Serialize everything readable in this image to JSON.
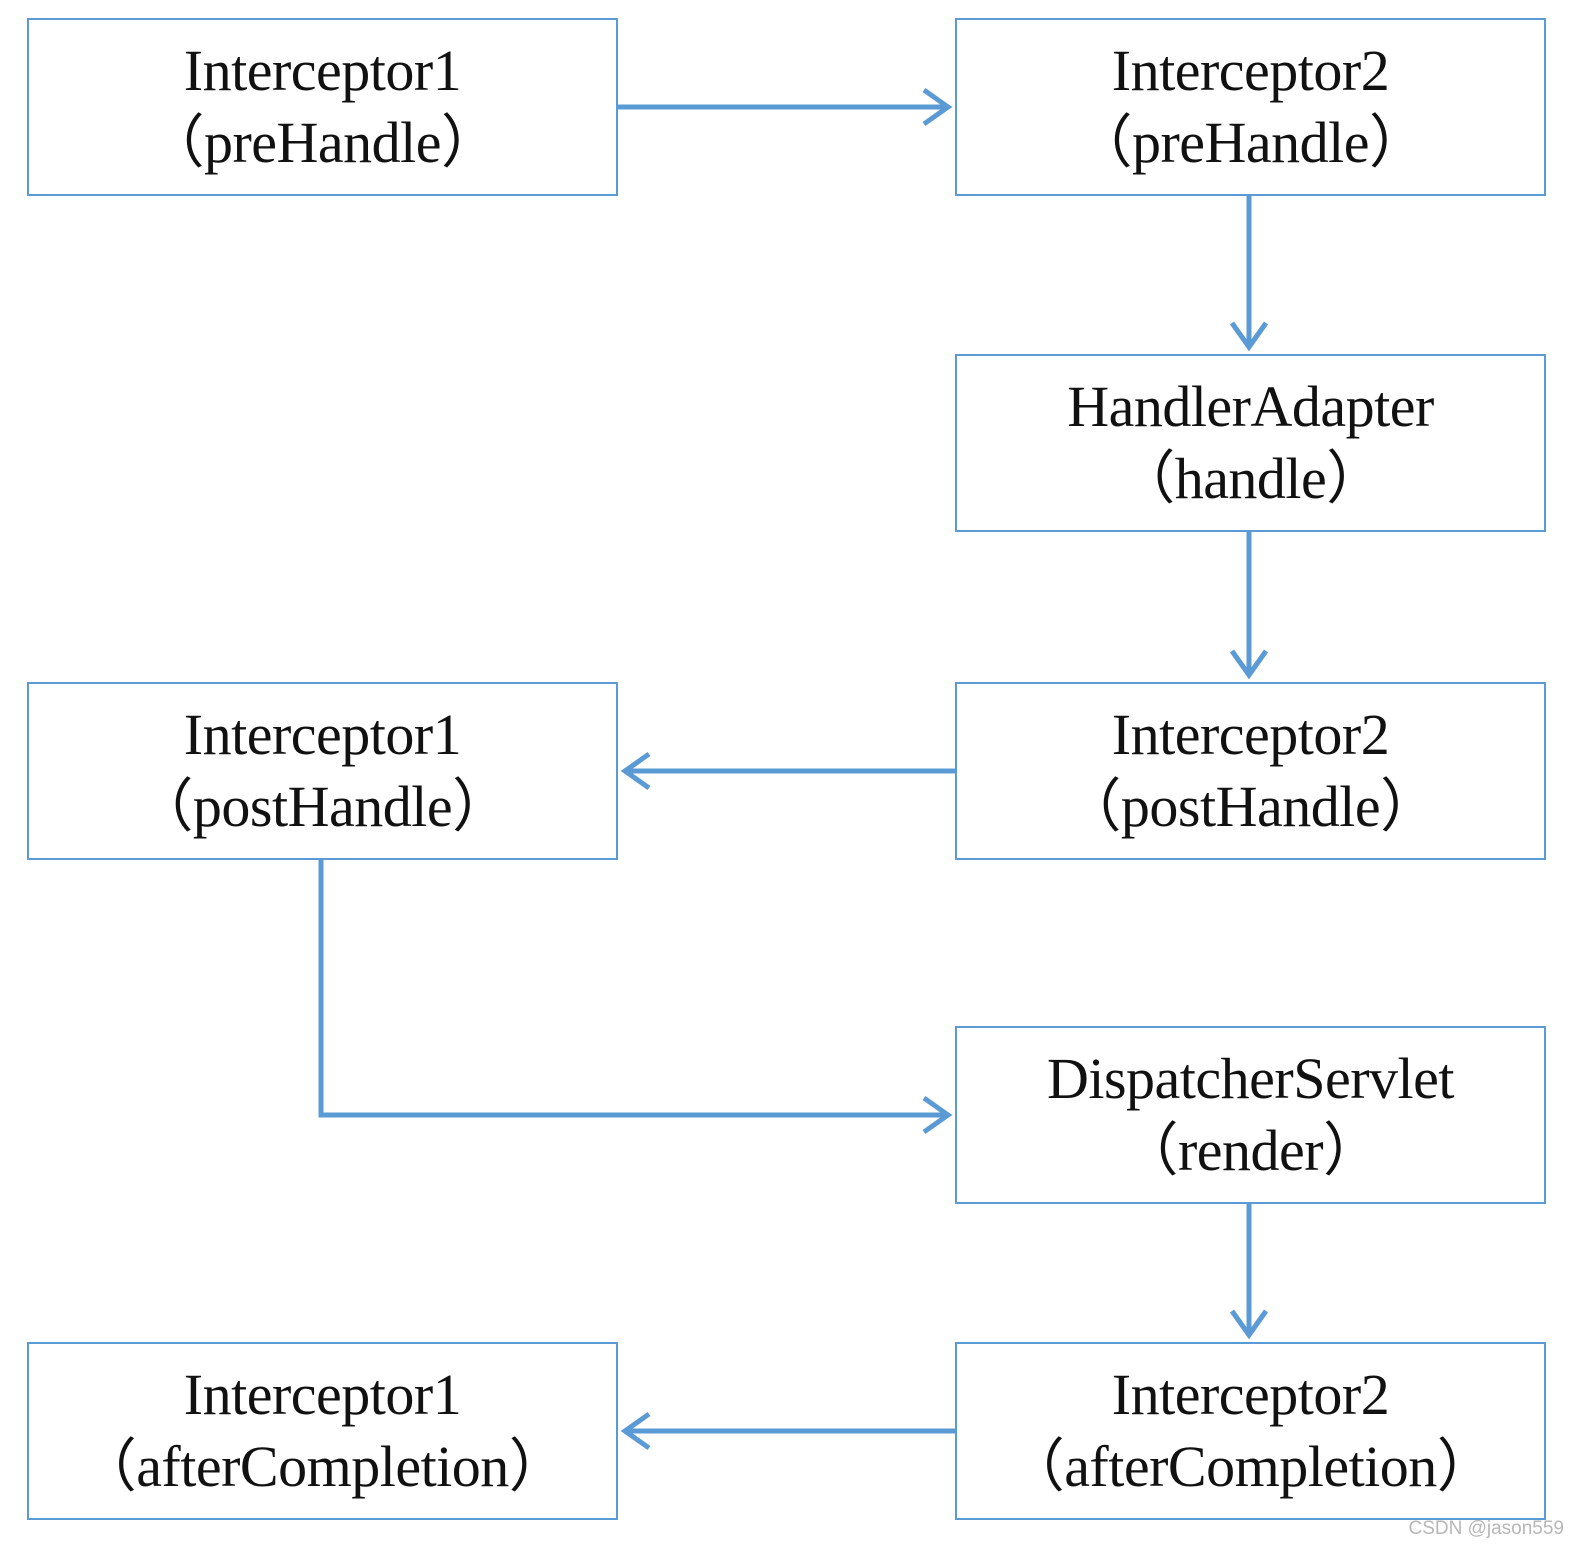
{
  "nodes": {
    "i1_pre": {
      "line1": "Interceptor1",
      "line2": "（preHandle）"
    },
    "i2_pre": {
      "line1": "Interceptor2",
      "line2": "（preHandle）"
    },
    "adapter": {
      "line1": "HandlerAdapter",
      "line2": "（handle）"
    },
    "i1_post": {
      "line1": "Interceptor1",
      "line2": "（postHandle）"
    },
    "i2_post": {
      "line1": "Interceptor2",
      "line2": "（postHandle）"
    },
    "dispatch": {
      "line1": "DispatcherServlet",
      "line2": "（render）"
    },
    "i1_after": {
      "line1": "Interceptor1",
      "line2": "（afterCompletion）"
    },
    "i2_after": {
      "line1": "Interceptor2",
      "line2": "（afterCompletion）"
    }
  },
  "edges": [
    {
      "from": "i1_pre",
      "to": "i2_pre"
    },
    {
      "from": "i2_pre",
      "to": "adapter"
    },
    {
      "from": "adapter",
      "to": "i2_post"
    },
    {
      "from": "i2_post",
      "to": "i1_post"
    },
    {
      "from": "i1_post",
      "to": "dispatch"
    },
    {
      "from": "dispatch",
      "to": "i2_after"
    },
    {
      "from": "i2_after",
      "to": "i1_after"
    }
  ],
  "colors": {
    "border": "#5b9bd5",
    "arrow": "#5b9bd5",
    "text": "#111111",
    "watermark": "#b7b7b7"
  },
  "watermark": "CSDN @jason559"
}
